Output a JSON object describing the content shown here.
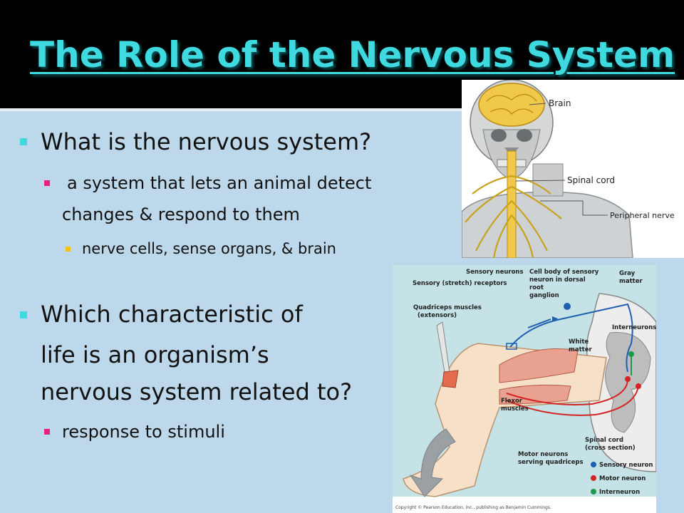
{
  "slide": {
    "title": "The Role of the Nervous System",
    "bullets": {
      "q1": "What is the nervous system?",
      "a1_line1": "a system that lets an animal detect",
      "a1_line2": "changes & respond to them",
      "a1_sub": "nerve cells, sense organs, & brain",
      "q2_line1": "Which characteristic of",
      "q2_line2": "life is an organism’s",
      "q2_line3": "nervous system related to?",
      "a2": "response to stimuli"
    }
  },
  "colors": {
    "title": "#3fd9e0",
    "content_background": "#bcd8ea",
    "bullet_level1": "#3fd9e0",
    "bullet_level2": "#e8227a",
    "bullet_level3": "#f2c21b"
  },
  "figure_anatomy": {
    "labels": {
      "brain": "Brain",
      "spinal_cord": "Spinal cord",
      "peripheral": "Peripheral nerve"
    }
  },
  "figure_reflex": {
    "labels": {
      "sensory_neurons": "Sensory neurons",
      "stretch_receptors": "Sensory (stretch) receptors",
      "cell_body_1": "Cell body of sensory",
      "cell_body_2": "neuron in dorsal",
      "cell_body_3": "root",
      "cell_body_4": "ganglion",
      "gray_1": "Gray",
      "gray_2": "matter",
      "quad_1": "Quadriceps muscles",
      "quad_2": "(extensors)",
      "interneurons": "Interneurons",
      "white_1": "White",
      "white_2": "matter",
      "flexor_1": "Flexor",
      "flexor_2": "muscles",
      "spinal_1": "Spinal cord",
      "spinal_2": "(cross section)",
      "motor_1": "Motor neurons",
      "motor_2": "serving quadriceps"
    },
    "legend": [
      {
        "label": "Sensory neuron",
        "color": "#1f5fb0"
      },
      {
        "label": "Motor neuron",
        "color": "#d42323"
      },
      {
        "label": "Interneuron",
        "color": "#1e9a4e"
      }
    ],
    "copyright": "Copyright © Pearson Education, Inc., publishing as Benjamin Cummings."
  }
}
